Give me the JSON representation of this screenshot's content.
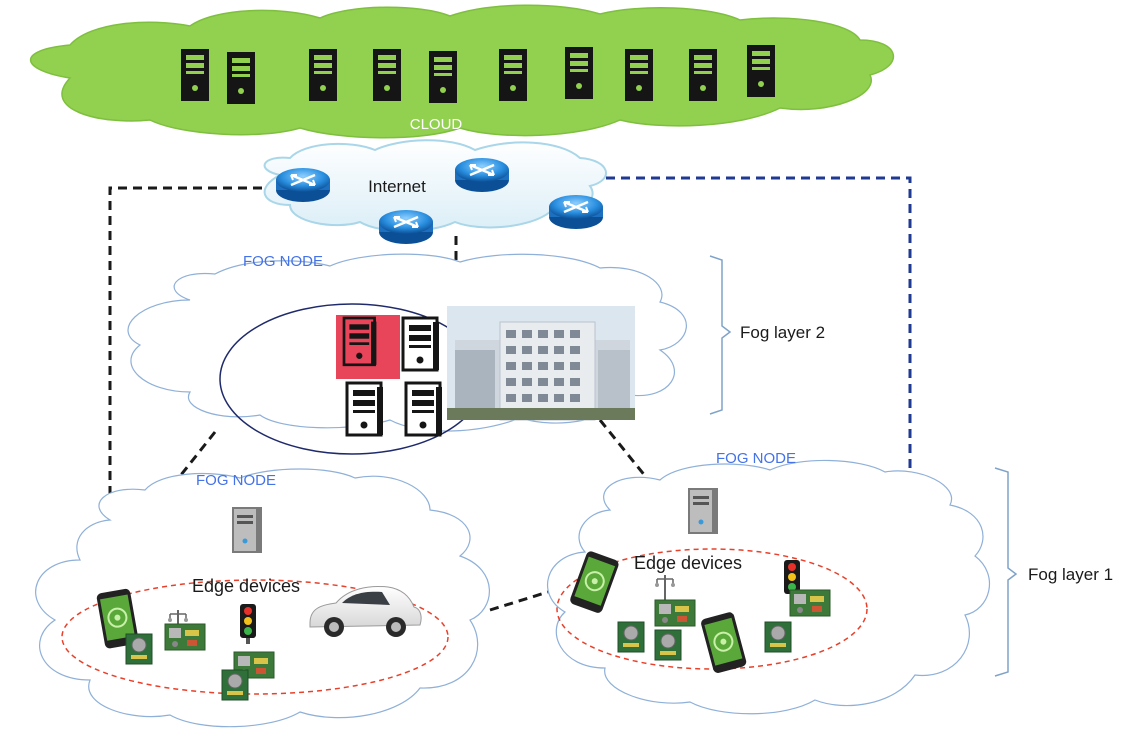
{
  "labels": {
    "cloud": "CLOUD",
    "internet": "Internet",
    "fog_node_top": "FOG NODE",
    "fog_node_left": "FOG NODE",
    "fog_node_right": "FOG NODE",
    "fog_layer_2": "Fog layer 2",
    "fog_layer_1": "Fog layer 1",
    "edge_devices_left": "Edge devices",
    "edge_devices_right": "Edge devices"
  },
  "colors": {
    "cloud_fill": "#92d050",
    "fog_blue_text": "#4472e8",
    "black_link": "#1a1a1a",
    "blue_link": "#1f3a93",
    "edge_ring": "#e8402a",
    "highlight_server": "#e8455a",
    "fog_cloud_stroke": "#8fb0d8"
  },
  "icons": {
    "cloud_servers": "server-icon",
    "routers": "router-icon",
    "building": "building-icon",
    "devices": [
      "smartphone-icon",
      "sensor-board-icon",
      "traffic-light-icon",
      "car-icon",
      "street-lamp-icon"
    ]
  }
}
